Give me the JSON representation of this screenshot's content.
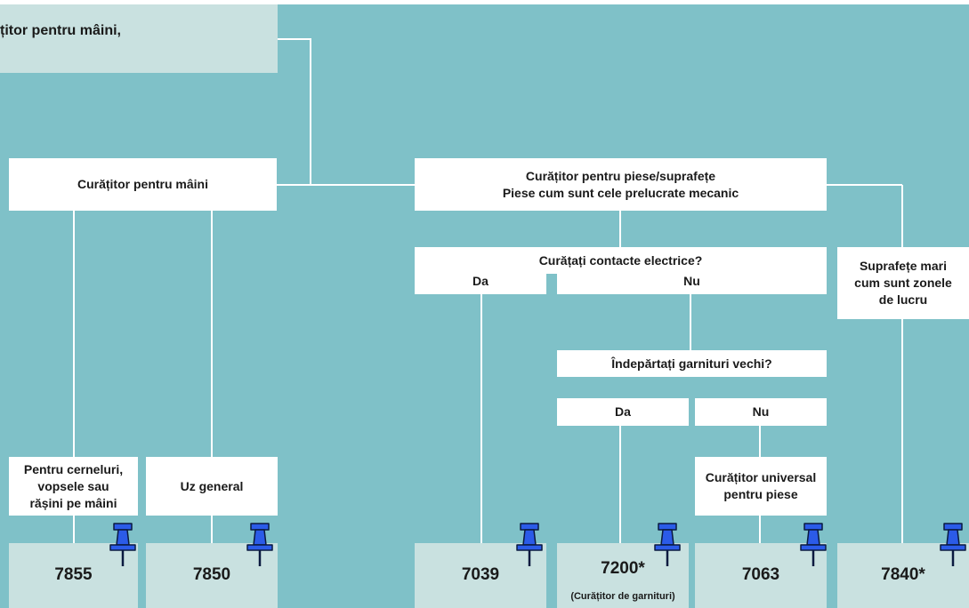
{
  "title": "țitor pentru mâini,",
  "categories": {
    "hands": "Curățitor pentru mâini",
    "parts": "Curățitor pentru piese/suprafețe\nPiese cum sunt cele prelucrate mecanic"
  },
  "questions": {
    "electrical": "Curățați contacte electrice?",
    "gaskets": "Îndepărtați garnituri vechi?"
  },
  "answers": {
    "electrical_yes": "Da",
    "electrical_no": "Nu",
    "gaskets_yes": "Da",
    "gaskets_no": "Nu"
  },
  "leaves": {
    "inks": "Pentru cerneluri,\nvopsele sau\nrășini pe mâini",
    "general": "Uz general",
    "universal": "Curățitor universal\npentru piese",
    "large_surfaces": "Suprafețe mari\ncum sunt zonele\nde lucru"
  },
  "products": [
    {
      "code": "7855",
      "note": ""
    },
    {
      "code": "7850",
      "note": ""
    },
    {
      "code": "7039",
      "note": ""
    },
    {
      "code": "7200*",
      "note": "(Curățitor de garnituri)"
    },
    {
      "code": "7063",
      "note": ""
    },
    {
      "code": "7840*",
      "note": ""
    }
  ],
  "colors": {
    "background": "#7fc1c8",
    "panel": "#c9e1e0",
    "box": "#ffffff",
    "connector": "#ffffff",
    "pin": "#2b5be8"
  },
  "icons": {
    "pin": "pushpin-icon"
  }
}
